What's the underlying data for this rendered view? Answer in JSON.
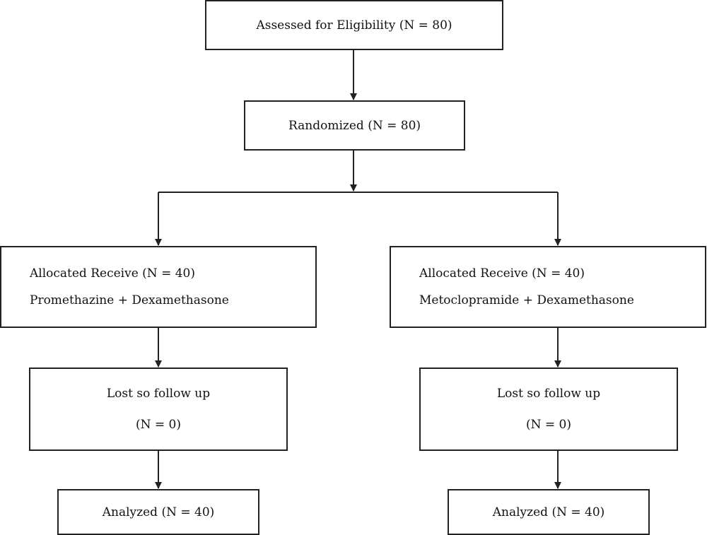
{
  "flowchart": {
    "assessed": "Assessed for Eligibility (N = 80)",
    "randomized": "Randomized (N = 80)",
    "left_arm": {
      "allocated": "Allocated Receive (N = 40)",
      "treatment": "Promethazine + Dexamethasone",
      "lost_label": "Lost so follow up",
      "lost_count": "(N = 0)",
      "analyzed": "Analyzed (N = 40)"
    },
    "right_arm": {
      "allocated": "Allocated Receive (N = 40)",
      "treatment": "Metoclopramide + Dexamethasone",
      "lost_label": "Lost so follow up",
      "lost_count": "(N = 0)",
      "analyzed": "Analyzed (N = 40)"
    }
  }
}
